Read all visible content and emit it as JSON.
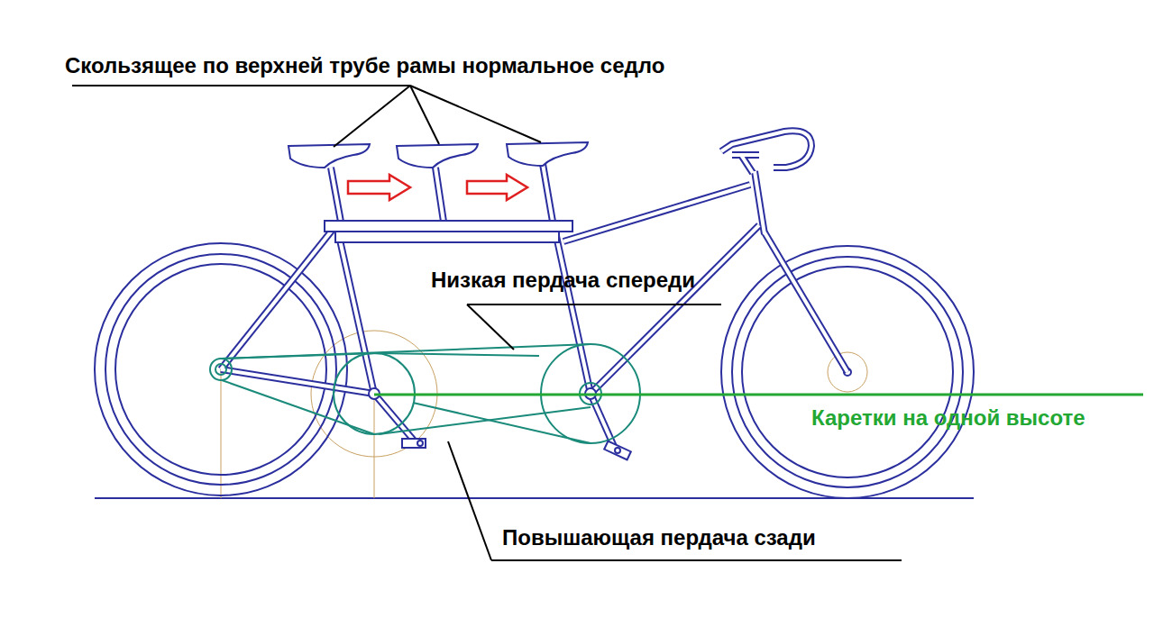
{
  "diagram": {
    "labels": [
      "Скользящее по верхней трубе рамы нормальное седло",
      "Низкая пердача спереди",
      "Каретки на одной высоте",
      "Повышающая пердача сзади"
    ]
  }
}
